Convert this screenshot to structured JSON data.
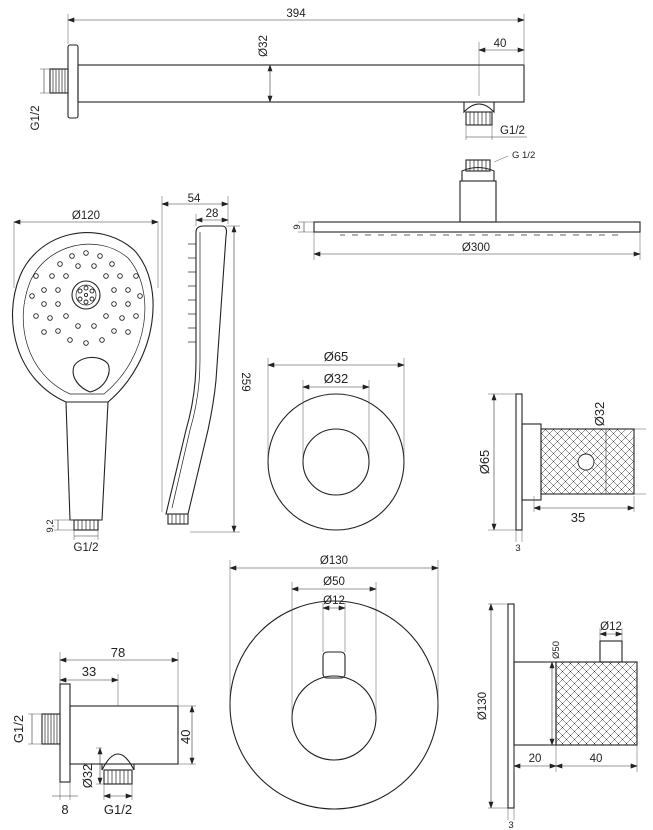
{
  "drawing": {
    "shower_arm": {
      "length": "394",
      "tube_diameter": "Ø32",
      "end_offset": "40",
      "wall_thread": "G1/2",
      "outlet_thread": "G1/2"
    },
    "head_shower": {
      "inlet_thread": "G 1/2",
      "thickness": "9",
      "diameter": "Ø300"
    },
    "hand_shower": {
      "head_diameter": "Ø120",
      "depth": "54",
      "handle_depth": "28",
      "length": "259",
      "thread_length": "9,2",
      "thread": "G1/2"
    },
    "diverter_rosette": {
      "outer_diameter": "Ø65",
      "inner_diameter": "Ø32"
    },
    "diverter_side": {
      "rosette_diameter": "Ø65",
      "knob_diameter": "Ø32",
      "knob_length": "35",
      "rosette_thickness": "3"
    },
    "mixer_rosette": {
      "outer_diameter": "Ø130",
      "body_diameter": "Ø50",
      "lever_width": "Ø12"
    },
    "mixer_side": {
      "rosette_diameter": "Ø130",
      "body_diameter": "Ø50",
      "lever_diameter": "Ø12",
      "neck_length": "20",
      "body_length": "40",
      "rosette_thickness": "3"
    },
    "wall_outlet": {
      "total_length": "78",
      "outlet_position": "33",
      "height": "40",
      "flange_thickness": "8",
      "wall_thread": "G1/2",
      "outlet_diameter": "Ø32",
      "outlet_thread": "G1/2"
    }
  }
}
